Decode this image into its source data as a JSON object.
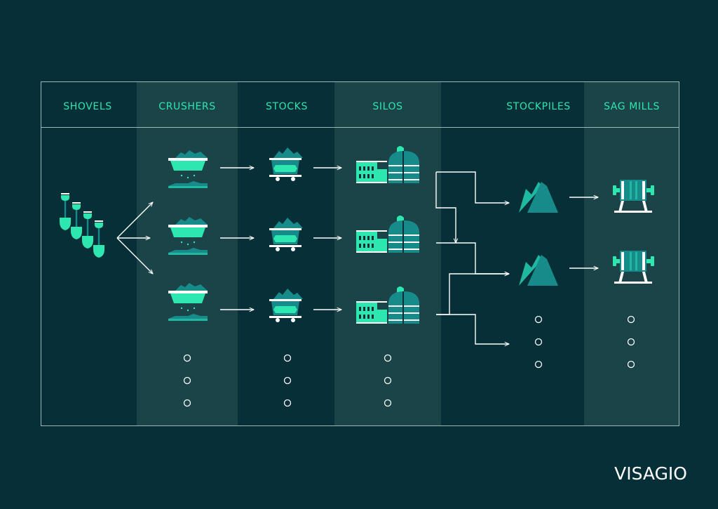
{
  "columns": [
    {
      "label": "SHOVELS"
    },
    {
      "label": "CRUSHERS"
    },
    {
      "label": "STOCKS"
    },
    {
      "label": "SILOS"
    },
    {
      "label": "STOCKPILES"
    },
    {
      "label": "SAG MILLS"
    }
  ],
  "brand": {
    "logo": "VISAGIO"
  },
  "icons": {
    "shovel": "shovel-icon",
    "crusher": "crusher-icon",
    "stock": "mine-cart-icon",
    "silo": "silo-building-icon",
    "stockpile": "stockpile-mound-icon",
    "mill": "sag-mill-icon"
  },
  "colors": {
    "background": "#062f37",
    "column_band": "#1a4448",
    "accent": "#2ee6b0",
    "icon_secondary": "#178a8a",
    "line": "#ffffff"
  }
}
